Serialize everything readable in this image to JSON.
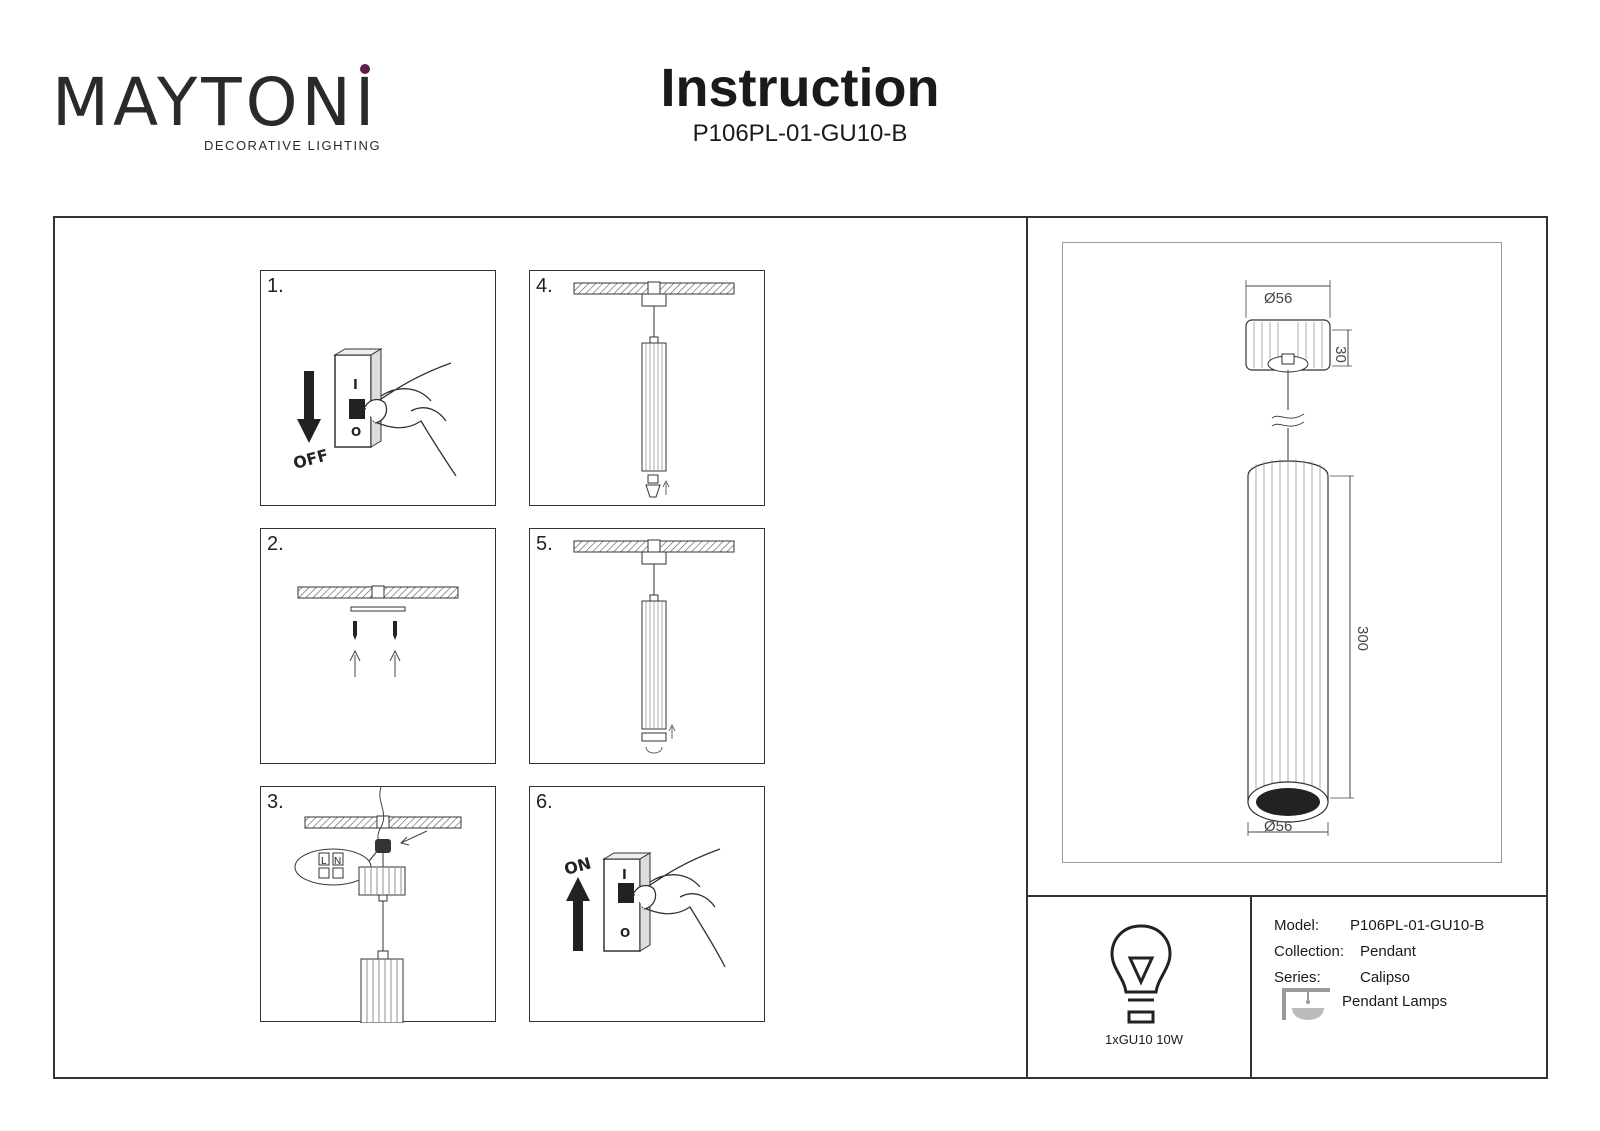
{
  "header": {
    "brand": "MAYTONI",
    "brand_sub": "DECORATIVE LIGHTING",
    "title": "Instruction",
    "model_code": "P106PL-01-GU10-B"
  },
  "steps": [
    {
      "num": "1.",
      "switch_label": "OFF",
      "on_mark": "I",
      "off_mark": "O"
    },
    {
      "num": "2."
    },
    {
      "num": "3.",
      "terminal_l": "L",
      "terminal_n": "N"
    },
    {
      "num": "4."
    },
    {
      "num": "5."
    },
    {
      "num": "6.",
      "switch_label": "ON",
      "on_mark": "I",
      "off_mark": "O"
    }
  ],
  "dimensions": {
    "canopy_diameter": "Ø56",
    "canopy_height": "30",
    "body_length": "300",
    "body_diameter": "Ø56"
  },
  "bulb": {
    "caption": "1xGU10 10W"
  },
  "specs": {
    "model_label": "Model:",
    "model_value": "P106PL-01-GU10-B",
    "collection_label": "Collection:",
    "collection_value": "Pendant",
    "series_label": "Series:",
    "series_value": "Calipso",
    "category": "Pendant Lamps"
  },
  "colors": {
    "brand_accent": "#5a1f4e",
    "line": "#333333"
  }
}
